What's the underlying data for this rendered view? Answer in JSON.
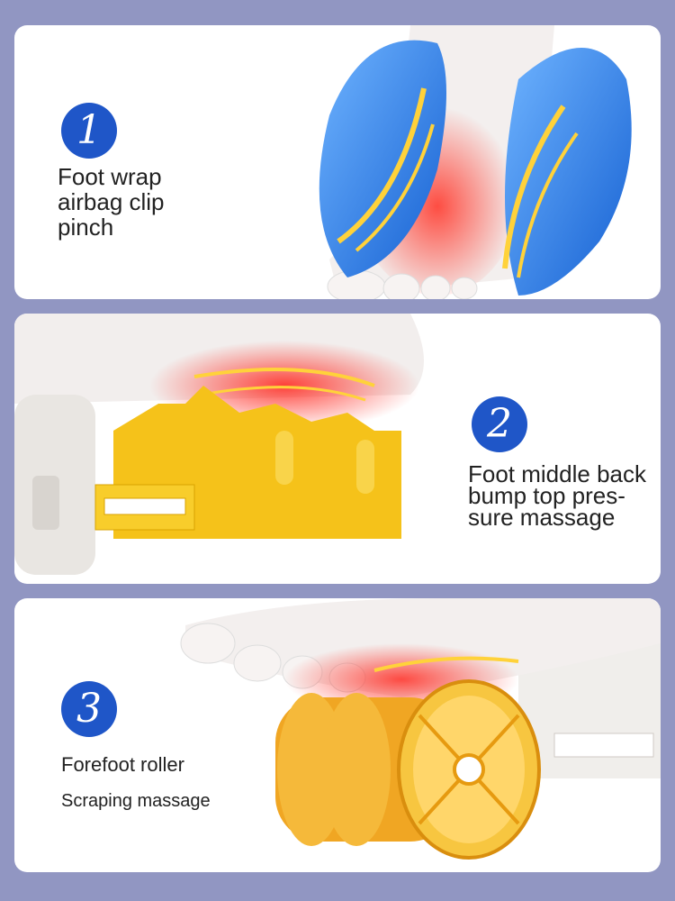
{
  "features": [
    {
      "number": "1",
      "title": "Foot wrap\nairbag clip\npinch",
      "subtitle": ""
    },
    {
      "number": "2",
      "title": "Foot middle back\nbump top pres-\nsure massage",
      "subtitle": ""
    },
    {
      "number": "3",
      "title": "Forefoot roller",
      "subtitle": "Scraping massage"
    }
  ],
  "colors": {
    "background": "#9196c2",
    "panel": "#ffffff",
    "badge": "#1f56c8",
    "airbag_blue": "#2e7fe0",
    "massage_yellow": "#f5c21a",
    "heat_red": "#f04a3a"
  }
}
